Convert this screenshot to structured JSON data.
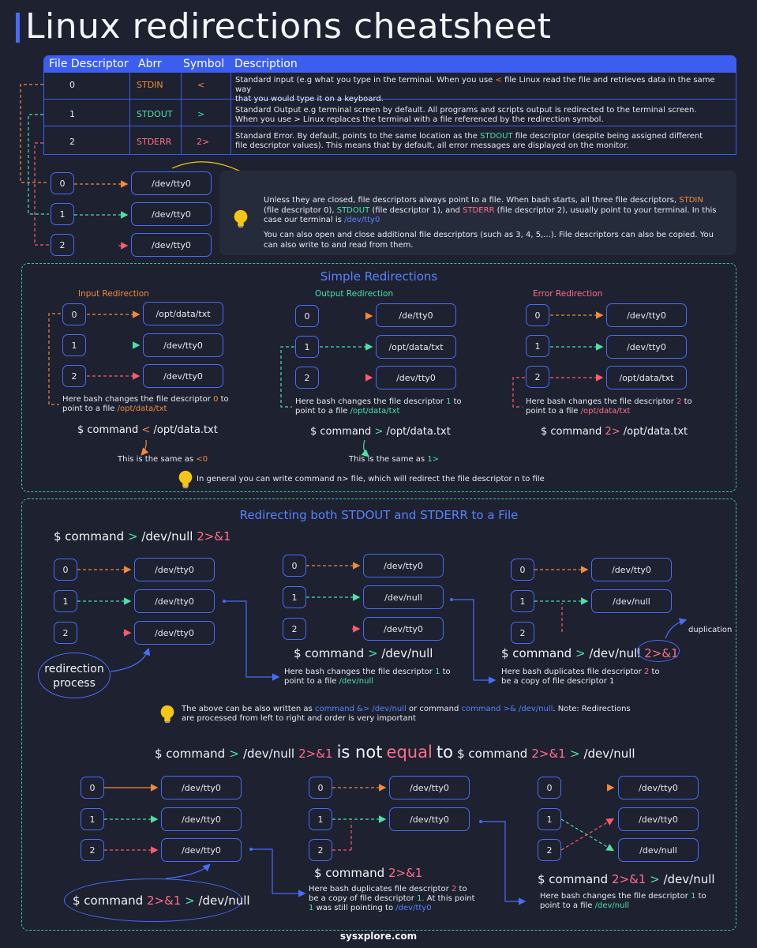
{
  "title": "Linux redirections cheatsheet",
  "table": {
    "headers": [
      "File Descriptor",
      "Abrr",
      "Symbol",
      "Description"
    ],
    "rows": [
      {
        "fd": "0",
        "abbr": "STDIN",
        "symbol": "<",
        "desc1": "Standard input (e.g what you type in the terminal. When you use",
        "desc1b": "<",
        "desc1c": "file Linux read the file and retrieves data in the same way",
        "desc2": "that  you would type it on a keyboard."
      },
      {
        "fd": "1",
        "abbr": "STDOUT",
        "symbol": ">",
        "desc1": "Standard Output e.g terminal screen by default. All programs and scripts output is redirected to the terminal screen.",
        "desc2": "When you use >   Linux replaces the terminal with a file referenced by the redirection symbol."
      },
      {
        "fd": "2",
        "abbr": "STDERR",
        "symbol": "2>",
        "desc1": "Standard Error. By default, points to the same location as the",
        "desc1b": "STDOUT",
        "desc1c": "file descriptor (despite being assigned different",
        "desc2": "file descriptor values). This means that by default, all error messages are displayed on the monitor."
      }
    ]
  },
  "defaults": {
    "fds": [
      "0",
      "1",
      "2"
    ],
    "dest": "/dev/tty0"
  },
  "info": {
    "p1a": "Unless they are closed, file descriptors always point to a file. When bash starts, all three file descriptors,",
    "stdin": "STDIN",
    "p1b": "(file descriptor 0),",
    "stdout": "STDOUT",
    "p1c": "(file descriptor 1), and",
    "stderr": "STDERR",
    "p1d": "(file descriptor 2), usually point to your terminal. In this",
    "p1e": "case our terminal is",
    "p1f": "/dev/tty0",
    "p2a": "You can also open and close additional file descriptors (such as 3, 4, 5,...). File descriptors can also be copied. You",
    "p2b": "can also write to and read from them."
  },
  "simple": {
    "title": "Simple Redirections",
    "input": {
      "label": "Input Redirection",
      "dests": [
        "/opt/data/txt",
        "/dev/tty0",
        "/dev/tty0"
      ],
      "note1a": "Here bash changes the file descriptor",
      "note1n": "0",
      "note1b": "to",
      "note2a": "point to a file",
      "note2f": "/opt/data/txt",
      "cmd_a": "$ command",
      "cmd_op": "<",
      "cmd_b": "/opt/data.txt",
      "same_a": "This is the same as",
      "same_b": "<0"
    },
    "output": {
      "label": "Output Redirection",
      "dests": [
        "/de/tty0",
        "/opt/data/txt",
        "/dev/tty0"
      ],
      "note1a": "Here bash changes the file descriptor",
      "note1n": "1",
      "note1b": "to",
      "note2a": "point to a file",
      "note2f": "/opt/data/txt",
      "cmd_a": "$ command",
      "cmd_op": ">",
      "cmd_b": "/opt/data.txt",
      "same_a": "This is the same as",
      "same_b": "1>"
    },
    "error": {
      "label": "Error Redirection",
      "dests": [
        "/dev/tty0",
        "/dev/tty0",
        "/opt/data/txt"
      ],
      "note1a": "Here bash changes the file descriptor",
      "note1n": "2",
      "note1b": "to",
      "note2a": "point to a file",
      "note2f": "/opt/data/txt",
      "cmd_a": "$ command",
      "cmd_op": "2>",
      "cmd_b": "/opt/data.txt"
    },
    "general": "In general you can write command n> file, which will redirect the file descriptor n to file"
  },
  "both": {
    "title": "Redirecting both STDOUT and STDERR to a File",
    "cmd_a": "$ command",
    "cmd_op": ">",
    "cmd_b": "/dev/null",
    "cmd_c": "2>&1",
    "step1": {
      "dests": [
        "/dev/tty0",
        "/dev/tty0",
        "/dev/tty0"
      ],
      "bubble": "redirection process"
    },
    "step2": {
      "dests": [
        "/dev/tty0",
        "/dev/null",
        "/dev/tty0"
      ],
      "cmd_a": "$ command",
      "cmd_op": ">",
      "cmd_b": "/dev/null",
      "note1a": "Here bash changes the file descriptor",
      "note1n": "1",
      "note1b": "to",
      "note2a": "point to a file",
      "note2f": "/dev/null"
    },
    "step3": {
      "dests": [
        "/dev/tty0",
        "/dev/null"
      ],
      "cmd_a": "$ command",
      "cmd_op": ">",
      "cmd_b": "/dev/null",
      "cmd_c": "2>&1",
      "dup": "duplication",
      "note1a": "Here bash duplicates file descriptor",
      "note1n": "2",
      "note1b": "to",
      "note2": "be a copy of file descriptor 1"
    },
    "alt_a": "The above can be also written as",
    "alt_b": "command &> /dev/null",
    "alt_c": "or command",
    "alt_d": "command >& /dev/null",
    "alt_e": ". Note: Redirections",
    "alt_f": "are processed from left to right and order is very important",
    "ne_a": "$ command",
    "ne_op": ">",
    "ne_b": "/dev/null",
    "ne_c": "2>&1",
    "ne_is": "is not",
    "ne_eq": "equal",
    "ne_to": "to",
    "ne_d": "$ command",
    "ne_e": "2>&1",
    "ne_f": ">",
    "ne_g": "/dev/null",
    "bstep1": {
      "dests": [
        "/dev/tty0",
        "/dev/tty0",
        "/dev/tty0"
      ],
      "bubble_a": "$ command",
      "bubble_b": "2>&1",
      "bubble_c": ">",
      "bubble_d": "/dev/null"
    },
    "bstep2": {
      "dests": [
        "/dev/tty0",
        "/dev/tty0"
      ],
      "cmd_a": "$ command",
      "cmd_b": "2>&1",
      "note1a": "Here bash duplicates file descriptor",
      "note1n": "2",
      "note1b": "to",
      "note2a": "be a copy of file descriptor",
      "note2n": "1.",
      "note2b": "At this point",
      "note3n": "1",
      "note3a": "was still pointing to",
      "note3f": "/dev/tty0"
    },
    "bstep3": {
      "dests": [
        "/dev/tty0",
        "/dev/tty0",
        "/dev/null"
      ],
      "cmd_a": "$ command",
      "cmd_b": "2>&1",
      "cmd_c": ">",
      "cmd_d": "/dev/null",
      "note1a": "Here bash changes the file descriptor",
      "note1n": "1",
      "note1b": "to",
      "note2a": "point to a file",
      "note2f": "/dev/null"
    }
  },
  "footer": "sysxplore.com"
}
